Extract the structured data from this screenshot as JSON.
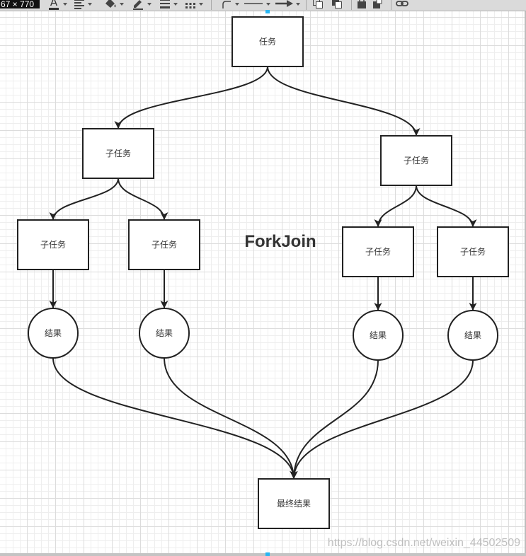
{
  "editor": {
    "size_label": "67 × 770",
    "toolbar": {
      "font_color_label": "A",
      "icons": [
        "font-color-icon",
        "align-text-icon",
        "fill-color-icon",
        "line-color-icon",
        "line-width-icon",
        "pattern-icon",
        "waypoints-icon",
        "line-style-icon",
        "line-end-icon",
        "duplicate-icon",
        "copy-style-icon",
        "to-front-icon",
        "to-back-icon",
        "link-icon"
      ]
    },
    "colors": {
      "toolbar_bg": "#dadada",
      "selection_handle": "#29b6f2",
      "size_label_bg": "#111111"
    }
  },
  "diagram": {
    "title": "ForkJoin",
    "nodes": [
      {
        "label": "任务"
      },
      {
        "label": "子任务"
      },
      {
        "label": "子任务"
      },
      {
        "label": "子任务"
      },
      {
        "label": "子任务"
      },
      {
        "label": "子任务"
      },
      {
        "label": "子任务"
      },
      {
        "label": "结果"
      },
      {
        "label": "结果"
      },
      {
        "label": "结果"
      },
      {
        "label": "结果"
      },
      {
        "label": "最终结果"
      }
    ],
    "edges": [
      [
        0,
        1
      ],
      [
        0,
        2
      ],
      [
        1,
        3
      ],
      [
        1,
        4
      ],
      [
        2,
        5
      ],
      [
        2,
        6
      ],
      [
        3,
        7
      ],
      [
        4,
        8
      ],
      [
        5,
        9
      ],
      [
        6,
        10
      ],
      [
        7,
        11
      ],
      [
        8,
        11
      ],
      [
        9,
        11
      ],
      [
        10,
        11
      ]
    ],
    "colors": {
      "stroke": "#222222",
      "fill": "#ffffff",
      "label": "#333333",
      "title": "#333333"
    }
  },
  "watermark": "https://blog.csdn.net/weixin_44502509"
}
